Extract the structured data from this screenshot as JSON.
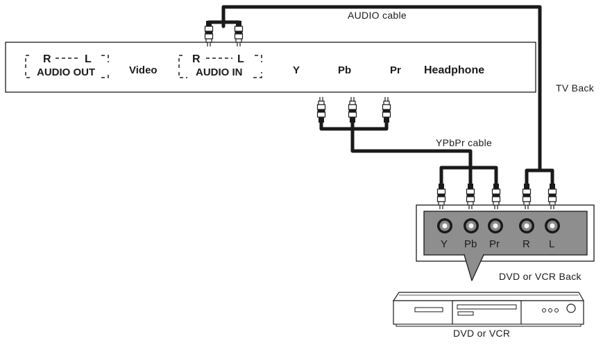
{
  "tv_panel": {
    "audio_out": {
      "r": "R",
      "l": "L",
      "label": "AUDIO OUT"
    },
    "video": "Video",
    "audio_in": {
      "r": "R",
      "l": "L",
      "label": "AUDIO IN"
    },
    "y": "Y",
    "pb": "Pb",
    "pr": "Pr",
    "headphone": "Headphone"
  },
  "labels": {
    "audio_cable": "AUDIO cable",
    "tv_back": "TV Back",
    "ypbpr_cable": "YPbPr cable",
    "dvd_back": "DVD or VCR Back",
    "dvd": "DVD or VCR"
  },
  "dvd_panel": {
    "jacks": [
      "Y",
      "Pb",
      "Pr",
      "R",
      "L"
    ]
  }
}
